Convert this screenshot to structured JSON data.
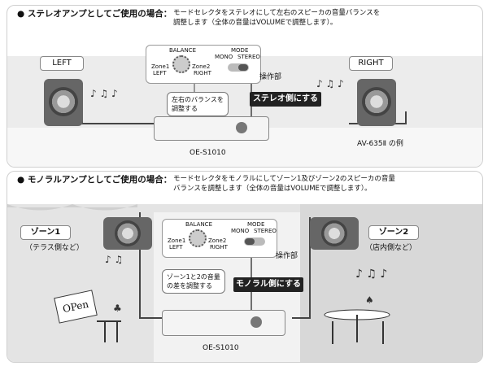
{
  "section1": {
    "heading_bold": "● ステレオアンプとしてご使用の場合：",
    "heading_rest_line1": "モードセレクタをステレオにして左右のスピーカの音量バランスを",
    "heading_rest_line2": "調整します（全体の音量はVOLUMEで調整します）。",
    "left_label": "LEFT",
    "right_label": "RIGHT",
    "balance_label": "BALANCE",
    "mode_label": "MODE",
    "mono_label": "MONO",
    "stereo_label": "STEREO",
    "zone1_label": "Zone1",
    "zone2_label": "Zone2",
    "left_small": "LEFT",
    "right_small": "RIGHT",
    "control_caption": "操作部",
    "balance_note_line1": "左右のバランスを",
    "balance_note_line2": "調整する",
    "mode_note": "ステレオ側にする",
    "model_label": "OE-S1010",
    "speaker_model_label": "AV-635Ⅱ の例"
  },
  "section2": {
    "heading_bold": "● モノラルアンプとしてご使用の場合：",
    "heading_rest_line1": "モードセレクタをモノラルにしてゾーン1及びゾーン2のスピーカの音量",
    "heading_rest_line2": "バランスを調整します（全体の音量はVOLUMEで調整します）。",
    "zone1_title": "ゾーン1",
    "zone1_sub": "（テラス側など）",
    "zone2_title": "ゾーン2",
    "zone2_sub": "（店内側など）",
    "balance_label": "BALANCE",
    "mode_label": "MODE",
    "mono_label": "MONO",
    "stereo_label": "STEREO",
    "zone1_label": "Zone1",
    "zone2_label": "Zone2",
    "left_small": "LEFT",
    "right_small": "RIGHT",
    "control_caption": "操作部",
    "balance_note_line1": "ゾーン1と2の音量",
    "balance_note_line2": "の差を調整する",
    "mode_note": "モノラル側にする",
    "model_label": "OE-S1010",
    "sign_text": "OPen"
  }
}
